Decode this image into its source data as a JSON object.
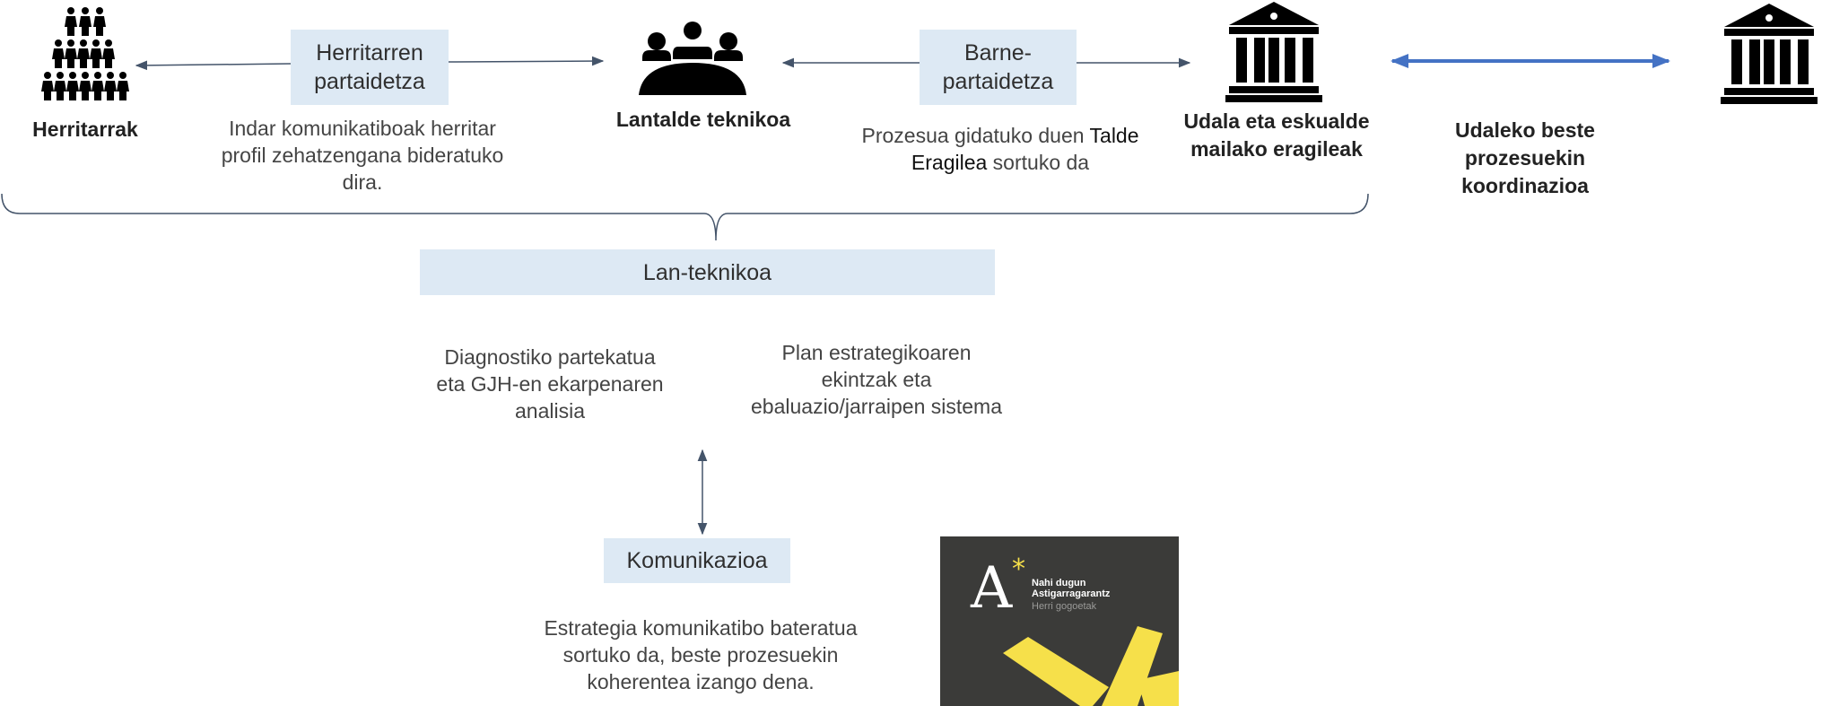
{
  "nodes": {
    "herritarrak": "Herritarrak",
    "lantalde": "Lantalde teknikoa",
    "udala_line1": "Udala eta eskualde",
    "udala_line2": "mailako eragileak",
    "udaleko_line1": "Udaleko beste",
    "udaleko_line2": "prozesuekin",
    "udaleko_line3": "koordinazioa"
  },
  "boxes": {
    "herritarren_line1": "Herritarren",
    "herritarren_line2": "partaidetza",
    "barne_line1": "Barne-",
    "barne_line2": "partaidetza",
    "lan_teknikoa": "Lan-teknikoa",
    "komunikazioa": "Komunikazioa"
  },
  "descriptions": {
    "herritar_line1": "Indar komunikatiboak herritar",
    "herritar_line2": "profil zehatzengana bideratuko",
    "herritar_line3": "dira.",
    "barne_line1_a": "Prozesua gidatuko duen ",
    "barne_line1_b": "Talde",
    "barne_line2_a": "Eragilea",
    "barne_line2_b": " sortuko da",
    "diag_line1": "Diagnostiko partekatua",
    "diag_line2": "eta GJH-en ekarpenaren",
    "diag_line3": "analisia",
    "plan_line1": "Plan estrategikoaren",
    "plan_line2": "ekintzak eta",
    "plan_line3": "ebaluazio/jarraipen sistema",
    "kom_line1": "Estrategia komunikatibo bateratua",
    "kom_line2": "sortuko da, beste prozesuekin",
    "kom_line3": "koherentea izango dena."
  },
  "logo": {
    "letter": "A",
    "star": "*",
    "line1": "Nahi dugun",
    "line2": "Astigarragarantz",
    "line3": "Herri gogoetak"
  },
  "colors": {
    "box_fill": "#dde9f4",
    "connector": "#44546a",
    "coordination_arrow": "#4472c4",
    "logo_bg": "#3b3b39",
    "logo_accent": "#f6e04a"
  },
  "icons": {
    "people_group": "people-crowd-icon",
    "meeting": "meeting-team-icon",
    "building_1": "town-hall-icon",
    "building_2": "town-hall-icon"
  }
}
